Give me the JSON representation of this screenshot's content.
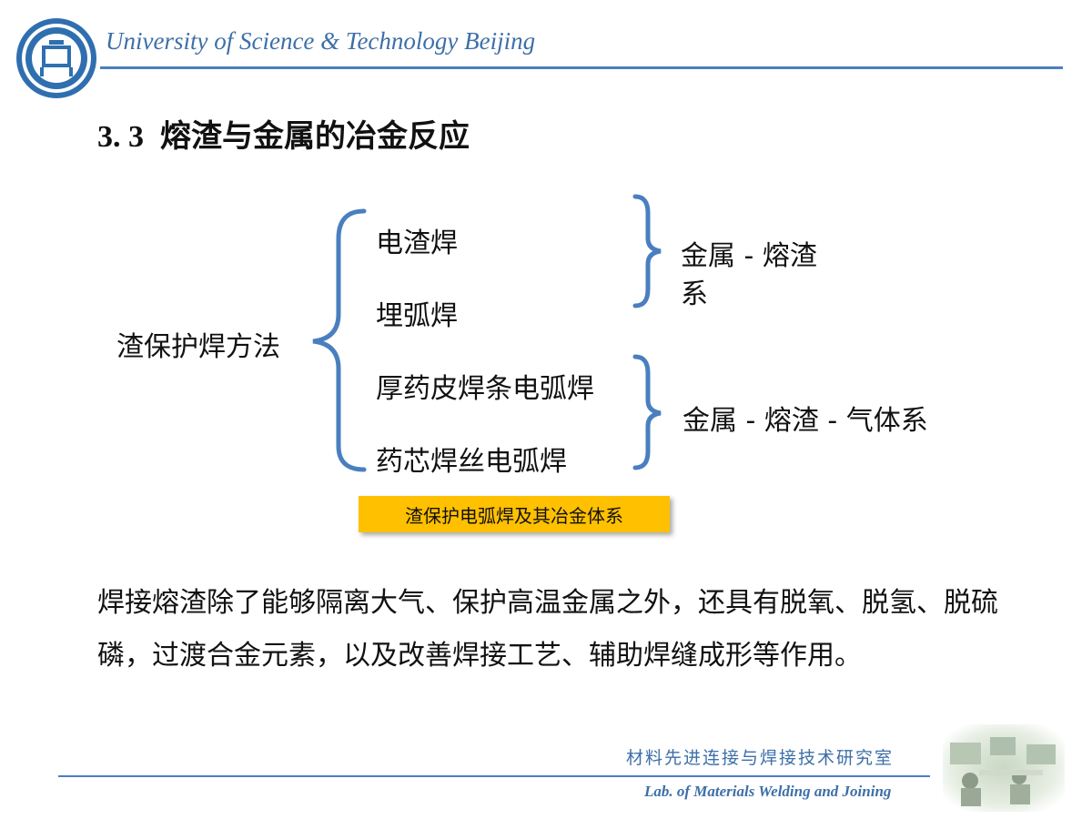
{
  "header": {
    "university": "University of Science & Technology Beijing",
    "slide_number": "3. 3",
    "slide_title": "熔渣与金属的冶金反应"
  },
  "diagram": {
    "root": "渣保护焊方法",
    "methods": [
      "电渣焊",
      "埋弧焊",
      "厚药皮焊条电弧焊",
      "药芯焊丝电弧焊"
    ],
    "group_1": {
      "line1": "金属 - 熔渣",
      "line2": "系"
    },
    "group_2": "金属 - 熔渣 - 气体系",
    "caption": "渣保护电弧焊及其冶金体系",
    "accent_color": "#4a7fbf",
    "caption_color": "#ffc000"
  },
  "body_text": "焊接熔渣除了能够隔离大气、保护高温金属之外，还具有脱氧、脱氢、脱硫磷，过渡合金元素，以及改善焊接工艺、辅助焊缝成形等作用。",
  "footer": {
    "lab_cn": "材料先进连接与焊接技术研究室",
    "lab_en": "Lab. of Materials Welding and Joining"
  }
}
